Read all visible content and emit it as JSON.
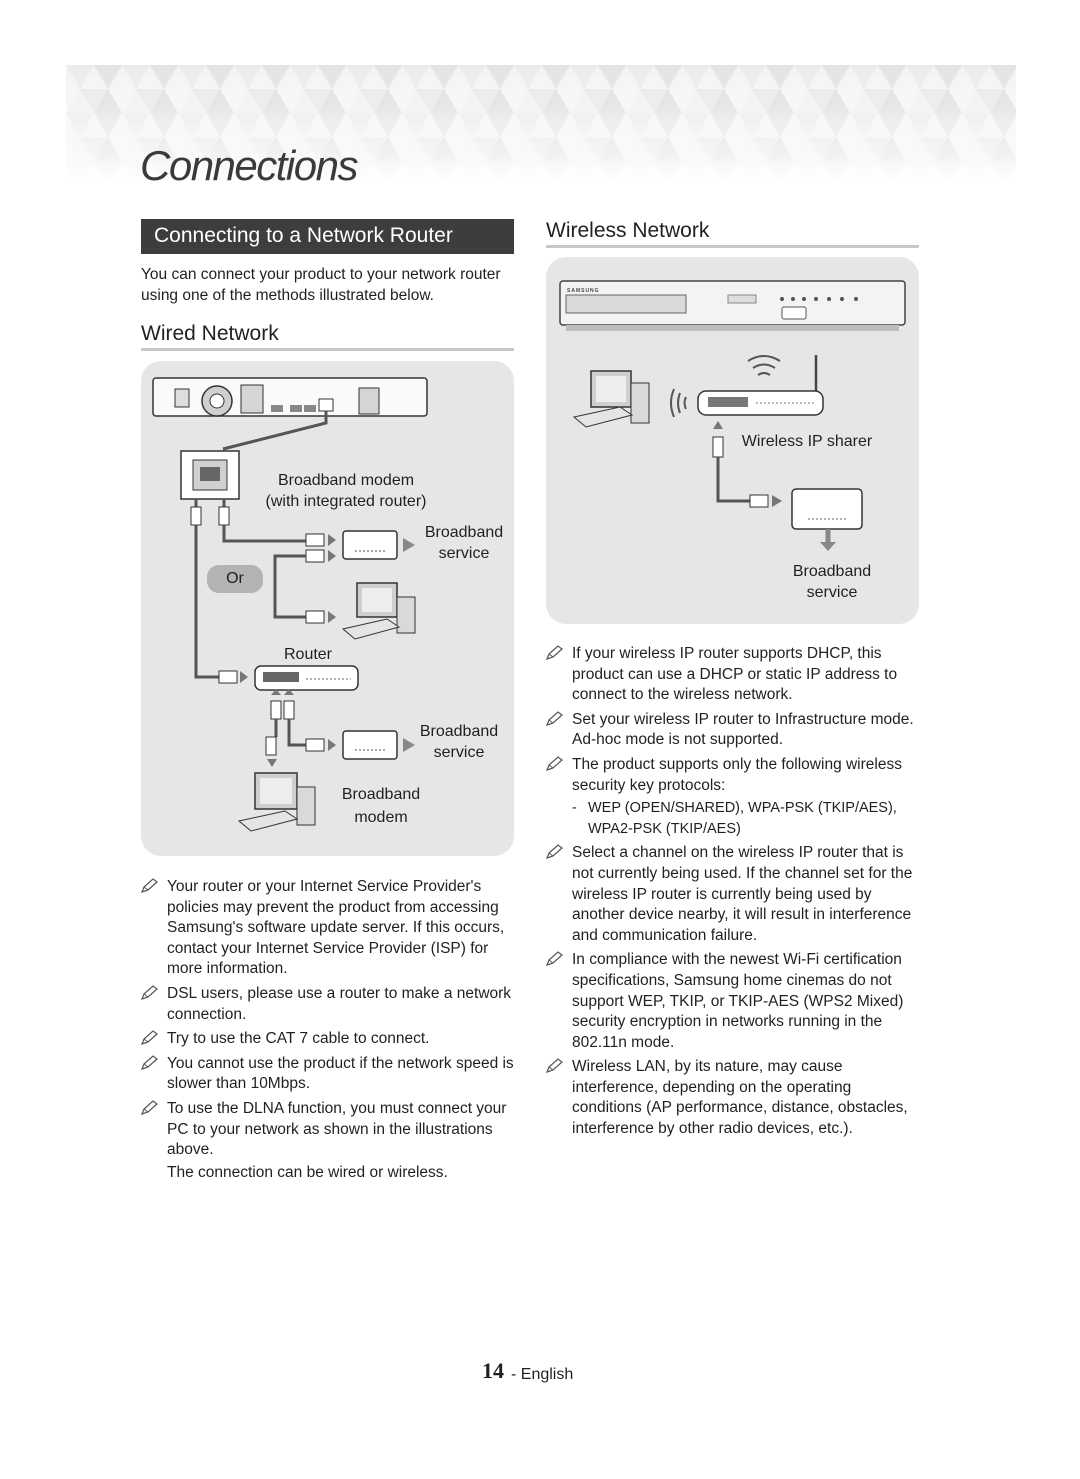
{
  "header": {
    "section_title": "Connections"
  },
  "router_section": {
    "title": "Connecting to a Network Router",
    "intro": "You can connect your product to your network router using one of the methods illustrated below."
  },
  "wired": {
    "heading": "Wired Network",
    "labels": {
      "modem_line1": "Broadband modem",
      "modem_line2": "(with integrated router)",
      "broadband1_line1": "Broadband",
      "broadband1_line2": "service",
      "or": "Or",
      "router": "Router",
      "broadband2_line1": "Broadband",
      "broadband2_line2": "service",
      "bmodem_line1": "Broadband",
      "bmodem_line2": "modem"
    },
    "notes": [
      "Your router or your Internet Service Provider's policies may prevent the product from accessing Samsung's software update server. If this occurs, contact your Internet Service Provider (ISP) for more information.",
      "DSL users, please use a router to make a network connection.",
      "Try to use the CAT 7 cable to connect.",
      "You cannot use the product if the network speed is slower than 10Mbps.",
      "To use the DLNA function, you must connect your PC to your network as shown in the illustrations above."
    ],
    "note_extra": "The connection can be wired or wireless."
  },
  "wireless": {
    "heading": "Wireless Network",
    "labels": {
      "sharer": "Wireless IP sharer",
      "broadband_line1": "Broadband",
      "broadband_line2": "service",
      "brand": "SAMSUNG"
    },
    "notes": [
      "If your wireless IP router supports DHCP, this product can use a DHCP or static IP address to connect to the wireless network.",
      "Set your wireless IP router to Infrastructure mode. Ad-hoc mode is not supported.",
      "The product supports only the following wireless security key protocols:",
      "Select a channel on the wireless IP router that is not currently being used. If the channel set for the wireless IP router is currently being used by another device nearby, it will result in interference and communication failure.",
      "In compliance with the newest Wi-Fi certification specifications, Samsung home cinemas do not support WEP, TKIP, or TKIP-AES (WPS2 Mixed) security encryption in networks running in the 802.11n mode.",
      "Wireless LAN, by its nature, may cause interference, depending on the operating conditions (AP performance, distance, obstacles, interference by other radio devices, etc.)."
    ],
    "protocols": "WEP (OPEN/SHARED), WPA-PSK (TKIP/AES), WPA2-PSK (TKIP/AES)"
  },
  "footer": {
    "page_number": "14",
    "language": "- English"
  }
}
